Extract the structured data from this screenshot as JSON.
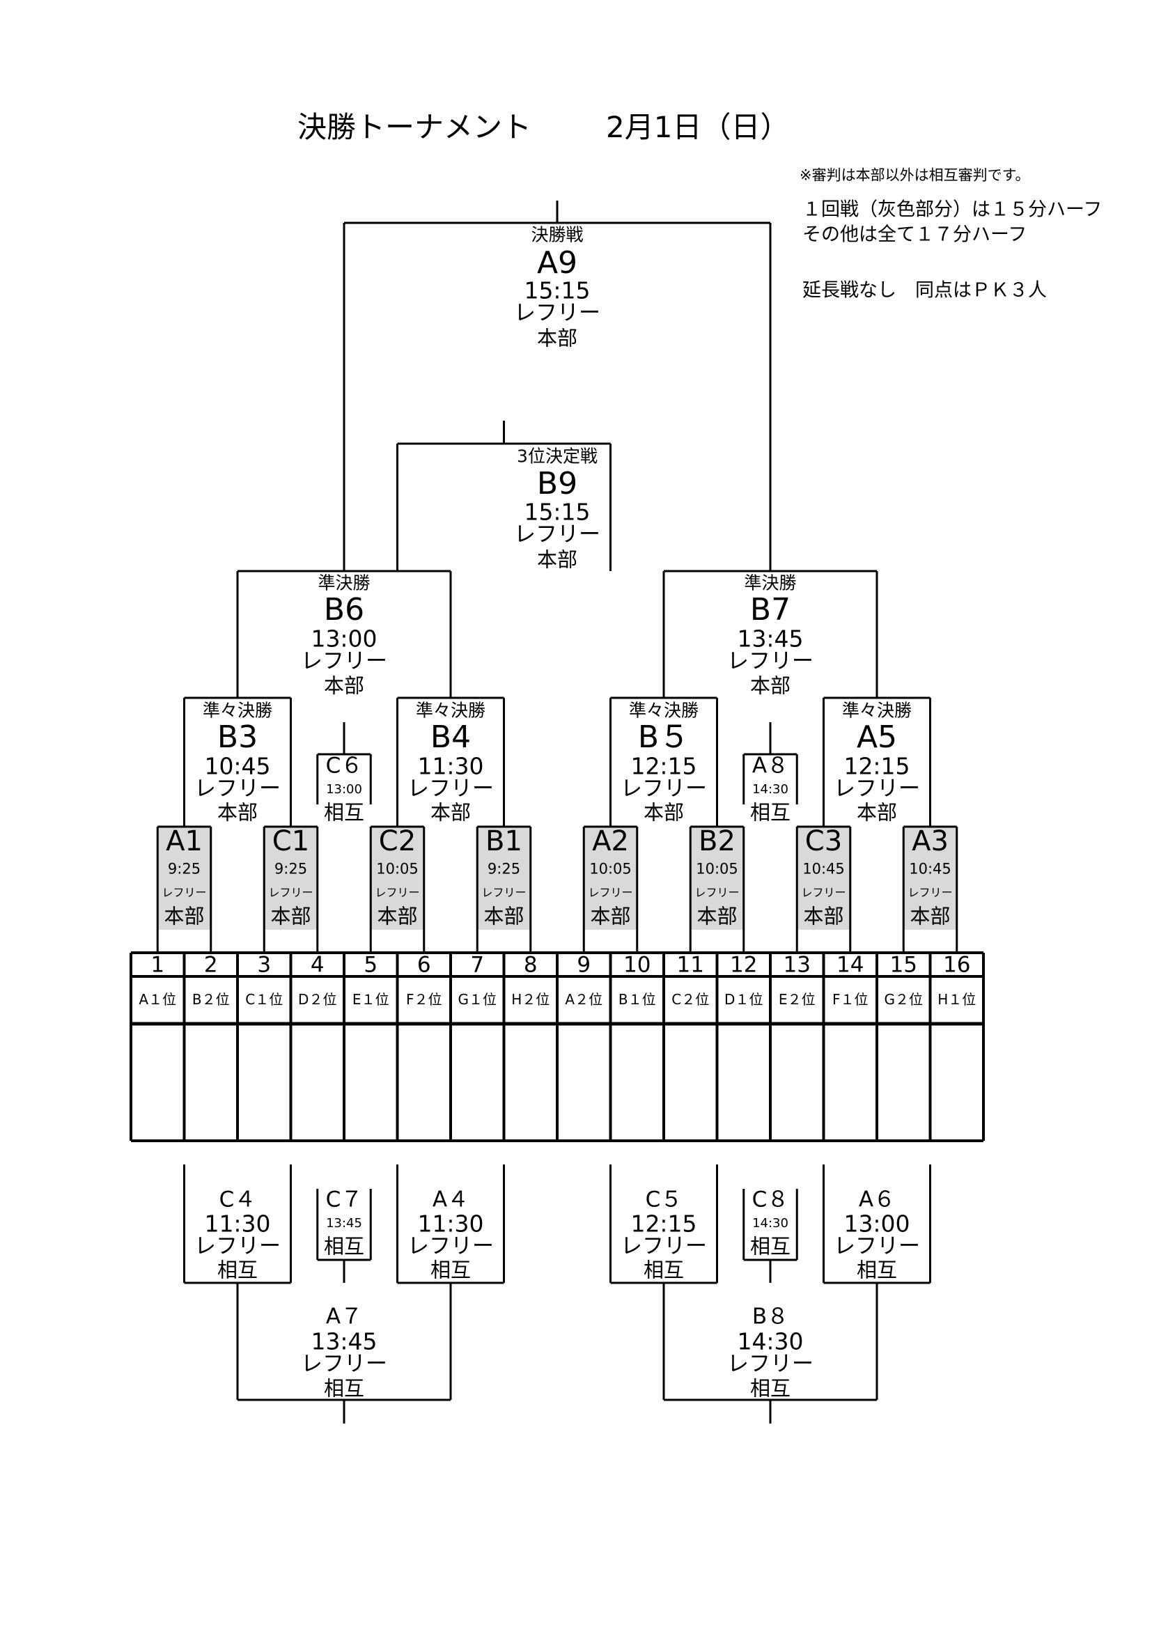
{
  "header": {
    "title": "決勝トーナメント",
    "date": "2月1日（日）"
  },
  "notes": {
    "referee_note": "※審判は本部以外は相互審判です。",
    "round1_note": "１回戦（灰色部分）は１５分ハーフ",
    "others_note": "その他は全て１７分ハーフ",
    "tiebreak_note": "延長戦なし　同点はＰＫ３人"
  },
  "colors": {
    "round1_fill": "#d9d9d9",
    "line": "#000000"
  },
  "matches": {
    "final": {
      "label": "決勝戦",
      "code": "A9",
      "time": "15:15",
      "ref": "レフリー",
      "hq": "本部"
    },
    "third": {
      "label": "3位決定戦",
      "code": "B9",
      "time": "15:15",
      "ref": "レフリー",
      "hq": "本部"
    },
    "B6": {
      "label": "準決勝",
      "code": "B6",
      "time": "13:00",
      "ref": "レフリー",
      "hq": "本部"
    },
    "B7": {
      "label": "準決勝",
      "code": "B7",
      "time": "13:45",
      "ref": "レフリー",
      "hq": "本部"
    },
    "B3": {
      "label": "準々決勝",
      "code": "B3",
      "time": "10:45",
      "ref": "レフリー",
      "hq": "本部"
    },
    "B4": {
      "label": "準々決勝",
      "code": "B4",
      "time": "11:30",
      "ref": "レフリー",
      "hq": "本部"
    },
    "B5": {
      "label": "準々決勝",
      "code": "B５",
      "time": "12:15",
      "ref": "レフリー",
      "hq": "本部"
    },
    "A5": {
      "label": "準々決勝",
      "code": "A5",
      "time": "12:15",
      "ref": "レフリー",
      "hq": "本部"
    },
    "C6": {
      "code": "C６",
      "time": "13:00",
      "hq": "相互"
    },
    "A8": {
      "code": "A８",
      "time": "14:30",
      "hq": "相互"
    },
    "A1": {
      "code": "A1",
      "time": "9:25",
      "ref": "レフリー",
      "hq": "本部"
    },
    "C1": {
      "code": "C1",
      "time": "9:25",
      "ref": "レフリー",
      "hq": "本部"
    },
    "C2": {
      "code": "C2",
      "time": "10:05",
      "ref": "レフリー",
      "hq": "本部"
    },
    "B1": {
      "code": "B1",
      "time": "9:25",
      "ref": "レフリー",
      "hq": "本部"
    },
    "A2": {
      "code": "A2",
      "time": "10:05",
      "ref": "レフリー",
      "hq": "本部"
    },
    "B2": {
      "code": "B2",
      "time": "10:05",
      "ref": "レフリー",
      "hq": "本部"
    },
    "C3": {
      "code": "C3",
      "time": "10:45",
      "ref": "レフリー",
      "hq": "本部"
    },
    "A3": {
      "code": "A3",
      "time": "10:45",
      "ref": "レフリー",
      "hq": "本部"
    },
    "C4": {
      "code": "C４",
      "time": "11:30",
      "ref": "レフリー",
      "hq": "相互"
    },
    "A4": {
      "code": "A４",
      "time": "11:30",
      "ref": "レフリー",
      "hq": "相互"
    },
    "C5": {
      "code": "C５",
      "time": "12:15",
      "ref": "レフリー",
      "hq": "相互"
    },
    "A6": {
      "code": "A６",
      "time": "13:00",
      "ref": "レフリー",
      "hq": "相互"
    },
    "C7": {
      "code": "C７",
      "time": "13:45",
      "hq": "相互"
    },
    "C8": {
      "code": "C８",
      "time": "14:30",
      "hq": "相互"
    },
    "A7": {
      "code": "A７",
      "time": "13:45",
      "ref": "レフリー",
      "hq": "相互"
    },
    "B8": {
      "code": "B８",
      "time": "14:30",
      "ref": "レフリー",
      "hq": "相互"
    }
  },
  "table": {
    "numbers": [
      "1",
      "2",
      "3",
      "4",
      "5",
      "6",
      "7",
      "8",
      "9",
      "10",
      "11",
      "12",
      "13",
      "14",
      "15",
      "16"
    ],
    "seeds": [
      "A１位",
      "B２位",
      "C１位",
      "D２位",
      "E１位",
      "F２位",
      "G１位",
      "H２位",
      "A２位",
      "B１位",
      "C２位",
      "D１位",
      "E２位",
      "F１位",
      "G２位",
      "H１位"
    ],
    "teams": [
      "",
      "",
      "",
      "",
      "",
      "",
      "",
      "",
      "",
      "",
      "",
      "",
      "",
      "",
      "",
      ""
    ]
  }
}
